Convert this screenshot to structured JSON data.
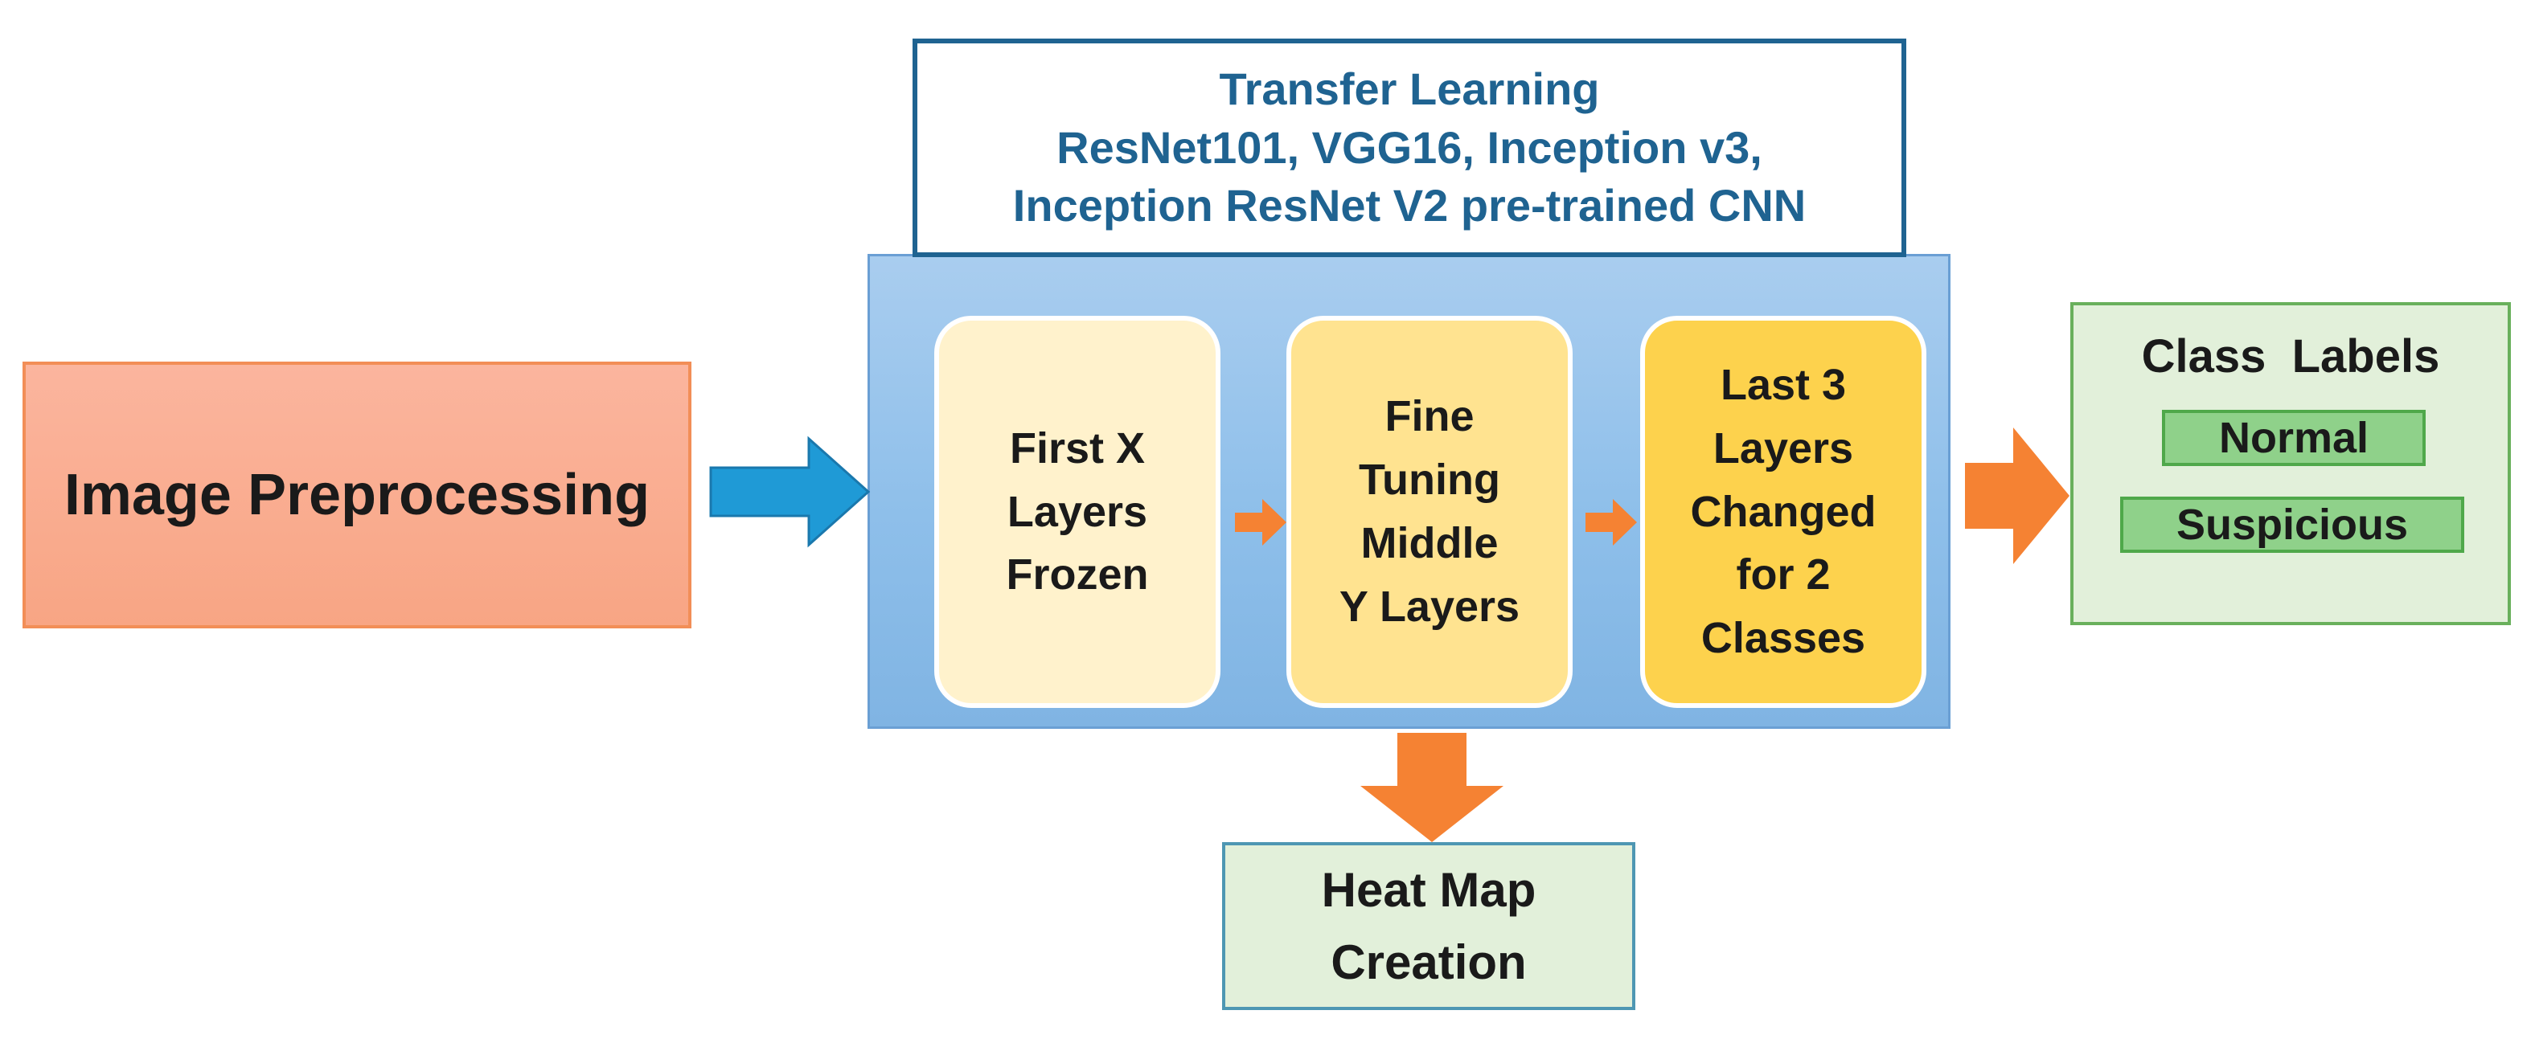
{
  "transfer_learning": {
    "line1": "Transfer Learning",
    "line2": "ResNet101, VGG16, Inception v3,",
    "line3": "Inception ResNet V2 pre-trained CNN"
  },
  "preprocessing": {
    "label": "Image Preprocessing"
  },
  "layers": [
    {
      "lines": [
        "First X",
        "Layers",
        "Frozen"
      ]
    },
    {
      "lines": [
        "Fine",
        "Tuning",
        "Middle",
        "Y Layers"
      ]
    },
    {
      "lines": [
        "Last 3",
        "Layers",
        "Changed",
        "for 2",
        "Classes"
      ]
    }
  ],
  "class_labels": {
    "title": "Class  Labels",
    "normal": "Normal",
    "suspicious": "Suspicious"
  },
  "heatmap": {
    "line1": "Heat Map",
    "line2": "Creation"
  },
  "colors": {
    "title_blue": "#1f6391",
    "panel_blue": "#8ebfea",
    "preproc_salmon": "#f8a584",
    "card1": "#fff2cc",
    "card2": "#ffe390",
    "card3": "#fdd24d",
    "green_box": "#e2f0da",
    "green_pill": "#8fd18a",
    "arrow_blue": "#1f9ad6",
    "arrow_orange": "#f58233"
  }
}
